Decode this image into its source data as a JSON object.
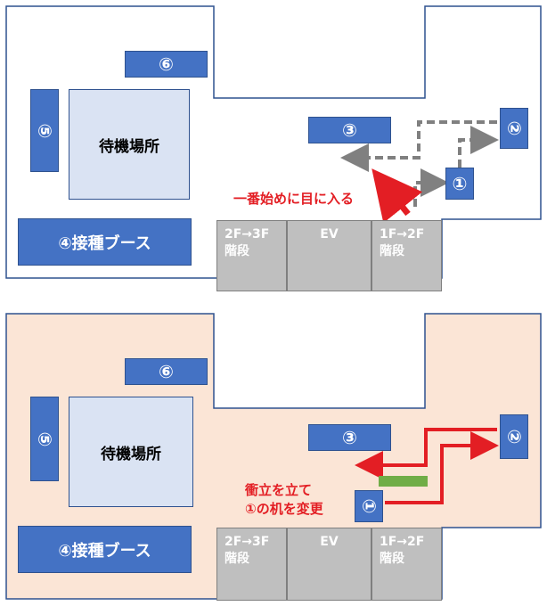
{
  "top": {
    "circle_6": "⑥",
    "circle_5": "⑤",
    "circle_3": "③",
    "circle_2": "②",
    "circle_1": "①",
    "waiting_area": "待機場所",
    "vaccination_booth": "④接種ブース",
    "stairs_left_line1": "2F→3F",
    "stairs_left_line2": "階段",
    "ev": "EV",
    "stairs_right_line1": "1F→2F",
    "stairs_right_line2": "階段",
    "first_seen_label": "一番始めに目に入る"
  },
  "bottom": {
    "circle_6": "⑥",
    "circle_5": "⑤",
    "circle_3": "③",
    "circle_2": "②",
    "circle_1": "①",
    "waiting_area": "待機場所",
    "vaccination_booth": "④接種ブース",
    "stairs_left_line1": "2F→3F",
    "stairs_left_line2": "階段",
    "ev": "EV",
    "stairs_right_line1": "1F→2F",
    "stairs_right_line2": "階段",
    "change_label_line1": "衝立を立て",
    "change_label_line2": "①の机を変更"
  },
  "colors": {
    "booth_blue": "#4472c4",
    "waiting_fill": "#dae3f3",
    "stairs_gray": "#bfbfbf",
    "arrow_gray": "#808080",
    "arrow_red": "#e31e24",
    "floor_pink": "#fbe5d6",
    "partition_green": "#70ad47"
  }
}
